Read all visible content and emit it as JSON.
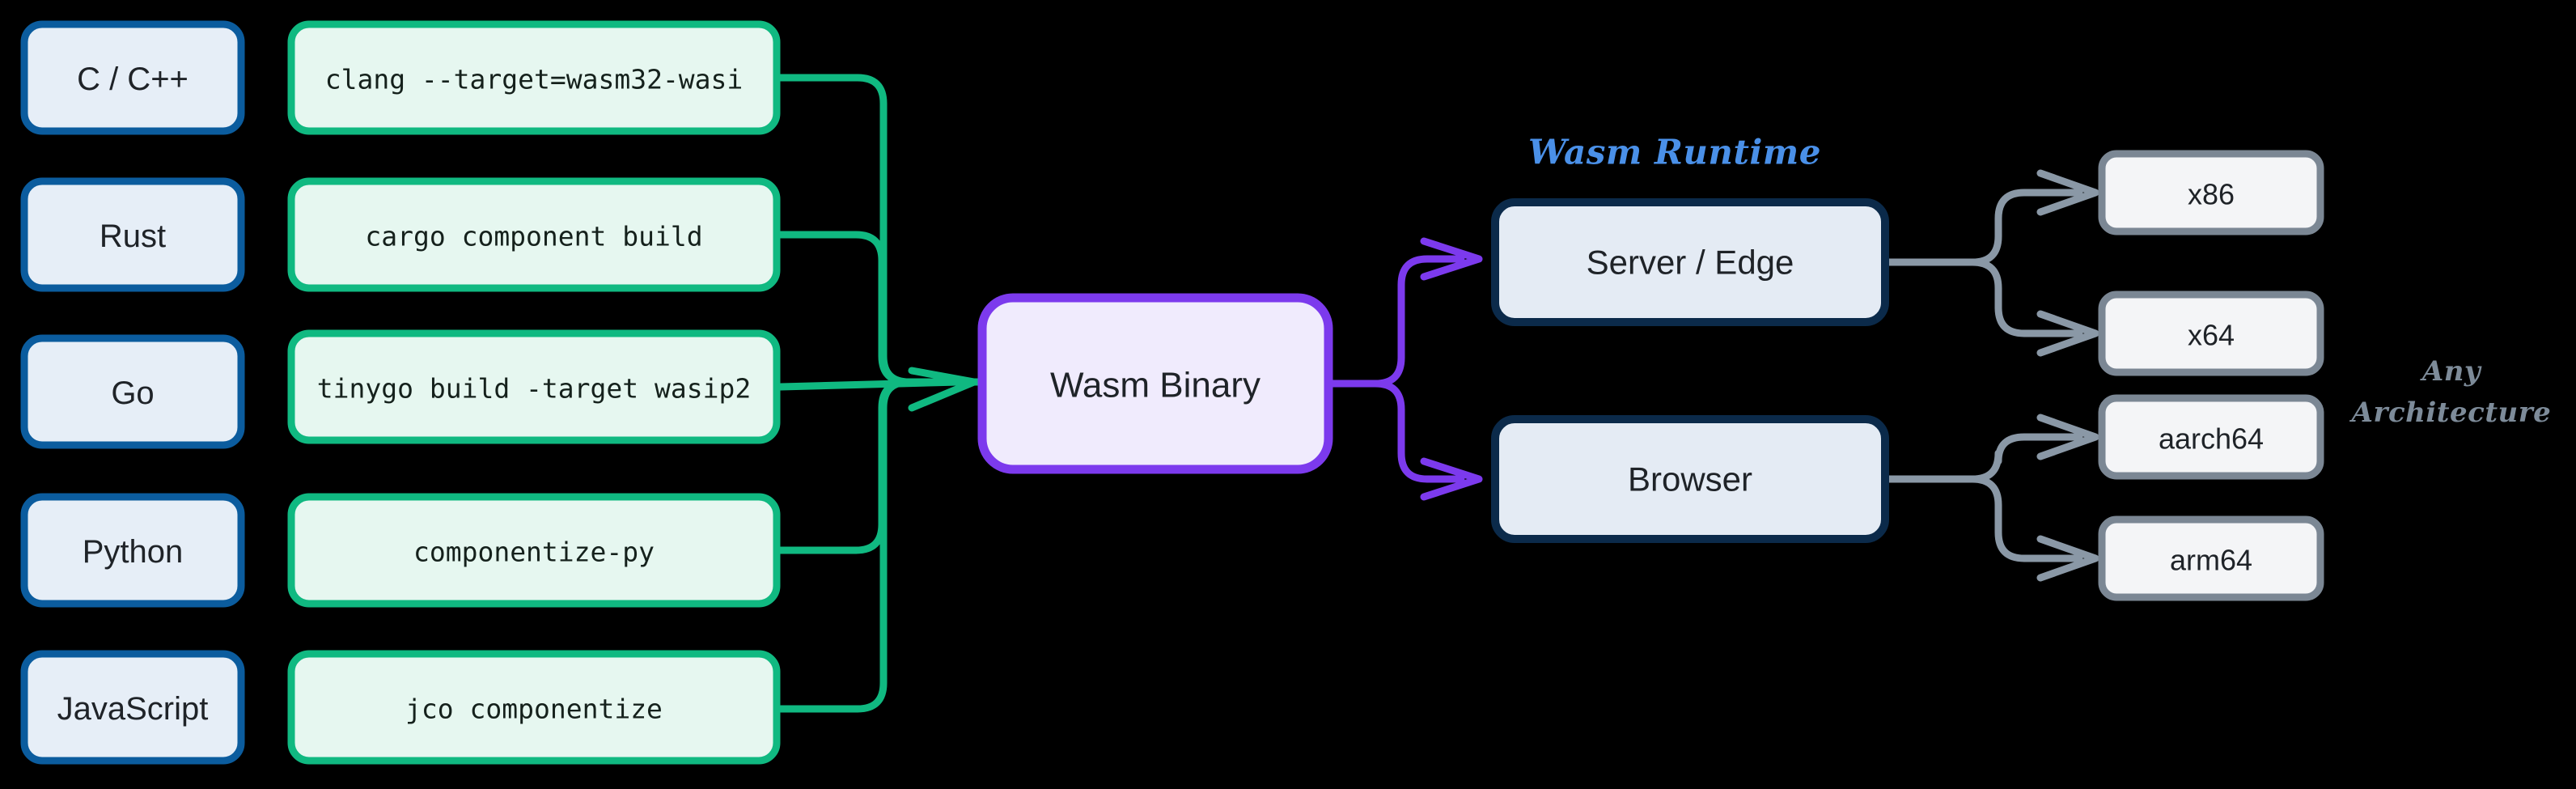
{
  "diagram": {
    "title": "WebAssembly build and run toolchain flow",
    "background": "#000000",
    "colors": {
      "lang_border": "#0b5c9e",
      "lang_fill": "#e6eef7",
      "cmd_border": "#10b981",
      "cmd_fill": "#e6f7f0",
      "binary_border": "#7c3aed",
      "binary_fill": "#f0ebfd",
      "runtime_border": "#0b2a4a",
      "runtime_fill": "#e4ebf4",
      "arch_border": "#7b8794",
      "arch_fill": "#f4f5f7",
      "green_edge": "#10b981",
      "purple_edge": "#7c3aed",
      "gray_edge": "#8a98a6",
      "runtime_annotation": "#4a90e8",
      "arch_annotation": "#7d8b99"
    }
  },
  "languages": [
    {
      "label": "C / C++"
    },
    {
      "label": "Rust"
    },
    {
      "label": "Go"
    },
    {
      "label": "Python"
    },
    {
      "label": "JavaScript"
    }
  ],
  "commands": [
    {
      "label": "clang --target=wasm32-wasi"
    },
    {
      "label": "cargo component build"
    },
    {
      "label": "tinygo build -target wasip2"
    },
    {
      "label": "componentize-py"
    },
    {
      "label": "jco componentize"
    }
  ],
  "artifact": {
    "label": "Wasm Binary"
  },
  "runtimes": {
    "annotation": "Wasm Runtime",
    "items": [
      {
        "label": "Server / Edge"
      },
      {
        "label": "Browser"
      }
    ]
  },
  "architectures": {
    "annotation_line1": "Any",
    "annotation_line2": "Architecture",
    "items": [
      {
        "label": "x86"
      },
      {
        "label": "x64"
      },
      {
        "label": "aarch64"
      },
      {
        "label": "arm64"
      }
    ]
  }
}
